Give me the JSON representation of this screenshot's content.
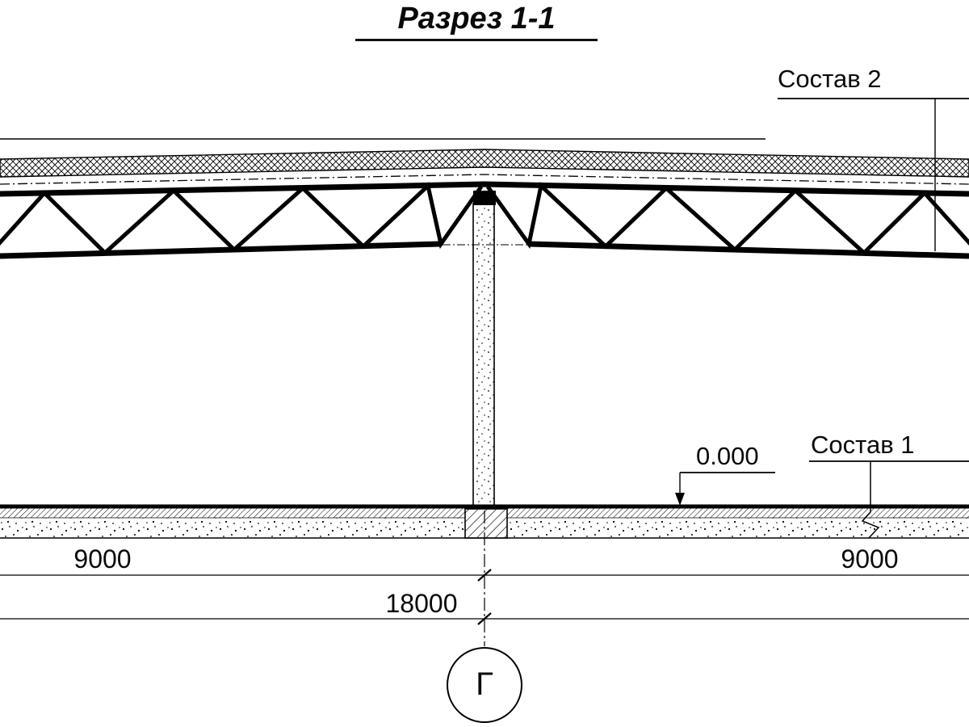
{
  "title": {
    "text": "Разрез 1-1"
  },
  "callouts": {
    "composition2": "Состав 2",
    "composition1": "Состав 1",
    "elevation_mark": "0.000"
  },
  "dimensions": {
    "left_span": "9000",
    "right_span": "9000",
    "total_span": "18000"
  },
  "axis": {
    "label": "Г"
  },
  "colors": {
    "ink": "#000000",
    "paper": "#ffffff"
  }
}
